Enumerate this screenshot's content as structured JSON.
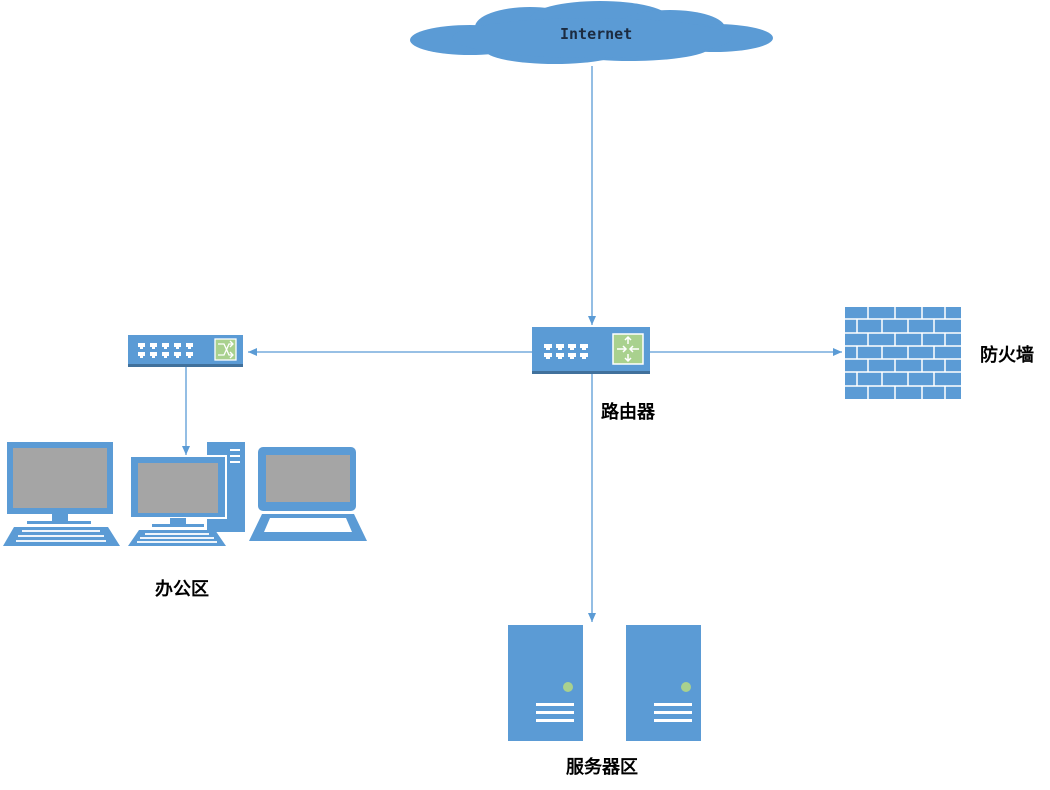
{
  "colors": {
    "device": "#5b9bd5",
    "device_dark": "#41719c",
    "screen": "#a5a5a5",
    "port": "#ffffff",
    "router_panel": "#a9d18e",
    "led": "#a9d18e",
    "line": "#5b9bd5"
  },
  "nodes": {
    "internet": {
      "label": "Internet",
      "icon": "cloud-icon"
    },
    "router": {
      "label": "路由器",
      "icon": "router-icon"
    },
    "switch": {
      "label": "",
      "icon": "switch-icon"
    },
    "firewall": {
      "label": "防火墙",
      "icon": "firewall-icon"
    },
    "office": {
      "label": "办公区",
      "icon": "workstation-icon"
    },
    "servers": {
      "label": "服务器区",
      "icon": "server-icon"
    }
  },
  "edges": [
    {
      "from": "internet",
      "to": "router"
    },
    {
      "from": "router",
      "to": "switch"
    },
    {
      "from": "router",
      "to": "firewall"
    },
    {
      "from": "router",
      "to": "servers"
    },
    {
      "from": "switch",
      "to": "office"
    }
  ]
}
